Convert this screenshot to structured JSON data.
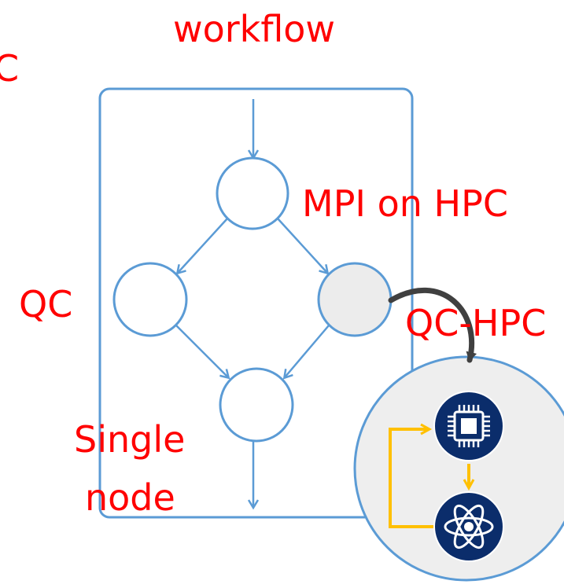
{
  "diagram": {
    "title": "workflow",
    "labels": {
      "edge_c": "C",
      "mpi": "MPI on HPC",
      "qc": "QC",
      "qc_hpc": "QC-HPC",
      "single_line1": "Single",
      "single_line2": "node"
    },
    "icons": {
      "processor": "cpu-chip-icon",
      "quantum": "atom-icon"
    },
    "colors": {
      "label": "#ff0000",
      "workflow_line": "#5b9bd5",
      "shaded_node": "#ececec",
      "inset_bg": "#eeeeee",
      "inset_border": "#5b9bd5",
      "icon_bg": "#0b2d6b",
      "loop_arrow": "#ffc000",
      "curved_arrow": "#404040"
    }
  }
}
